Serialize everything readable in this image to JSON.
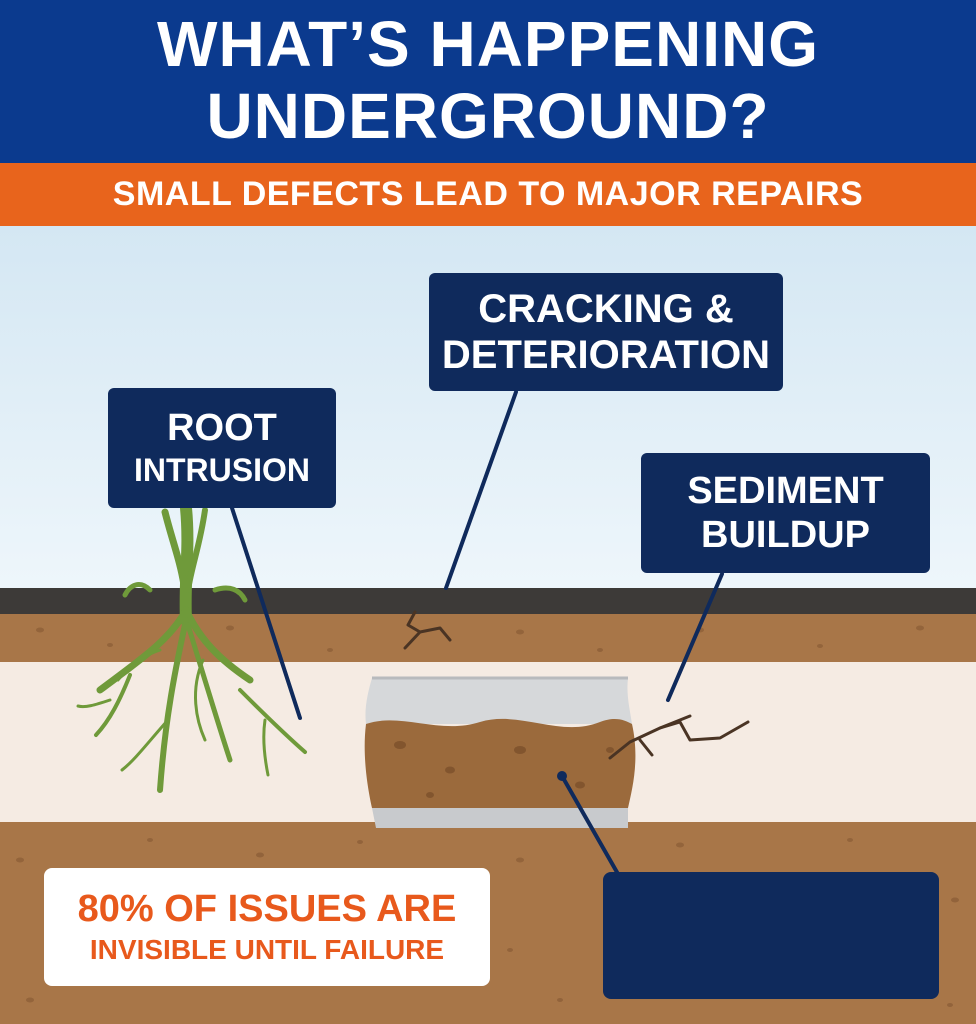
{
  "header": {
    "title_line1": "WHAT’S HAPPENING",
    "title_line2": "UNDERGROUND?"
  },
  "subheader": {
    "text": "SMALL DEFECTS LEAD TO MAJOR REPAIRS"
  },
  "labels": {
    "root_intrusion": {
      "line1": "ROOT",
      "line2": "INTRUSION"
    },
    "cracking": {
      "line1": "CRACKING &",
      "line2": "DETERIORATION"
    },
    "sediment": {
      "line1": "SEDIMENT",
      "line2": "BUILDUP"
    }
  },
  "callout": {
    "line1": "80% OF ISSUES ARE",
    "line2": "INVISIBLE UNTIL FAILURE"
  },
  "colors": {
    "header_blue": "#0b3a8e",
    "accent_orange": "#e8641c",
    "label_navy": "#0f2a5c",
    "soil_brown": "#a87648",
    "root_green": "#6f9a3a"
  },
  "icons": [
    "tree-root-icon",
    "pipe-crack-icon",
    "sediment-pipe-icon"
  ]
}
